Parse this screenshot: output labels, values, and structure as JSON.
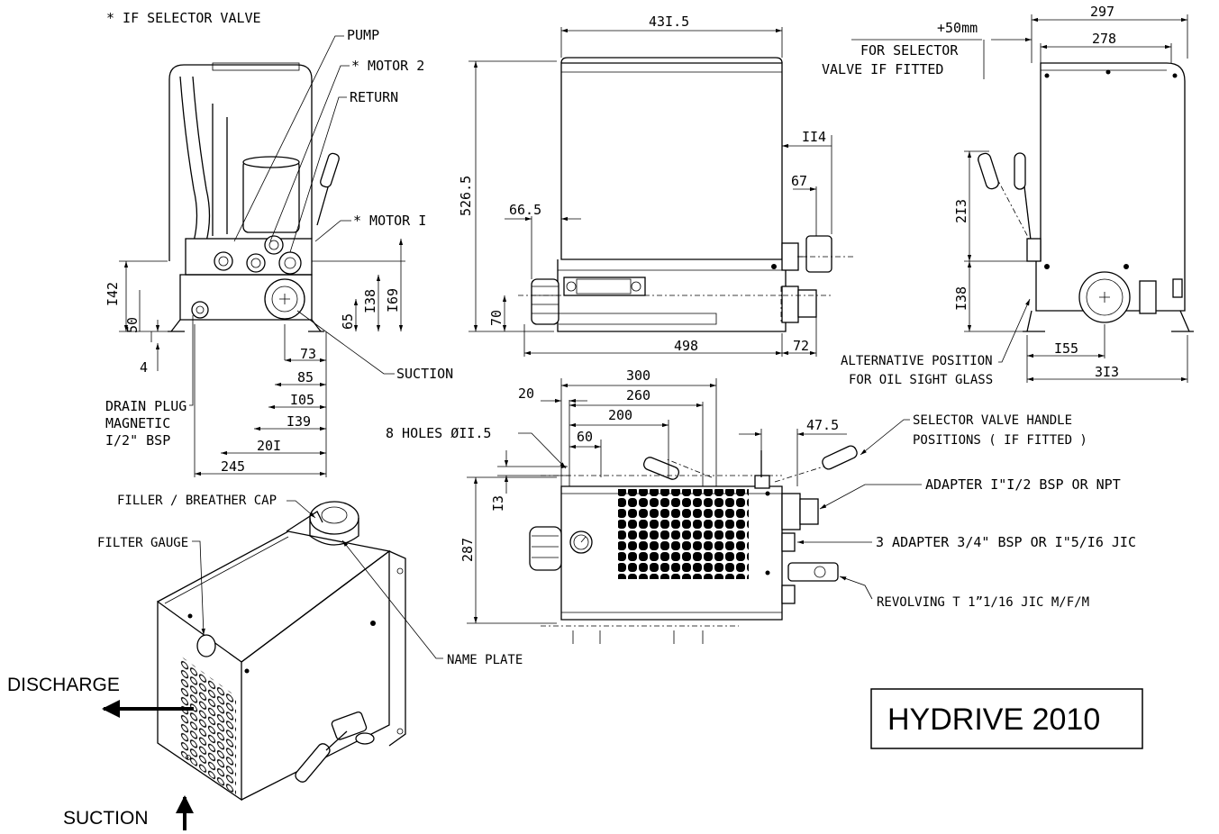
{
  "title": "HYDRIVE 2010",
  "notes": {
    "selector_note": "* IF SELECTOR VALVE"
  },
  "callouts": {
    "pump": "PUMP",
    "motor2": "* MOTOR 2",
    "return": "RETURN",
    "motor1": "* MOTOR I",
    "suction": "SUCTION",
    "drain_line1": "DRAIN PLUG",
    "drain_line2": "MAGNETIC",
    "drain_line3": "I/2\" BSP",
    "selector_fit_line1": "+50mm",
    "selector_fit_line2": "FOR SELECTOR",
    "selector_fit_line3": "VALVE IF FITTED",
    "alt_line1": "ALTERNATIVE POSITION",
    "alt_line2": "FOR OIL SIGHT GLASS",
    "holes": "8 HOLES ØII.5",
    "handle_line1": "SELECTOR VALVE HANDLE",
    "handle_line2": "POSITIONS ( IF FITTED )",
    "adapter1": "ADAPTER I\"I/2 BSP OR NPT",
    "adapter2": "3 ADAPTER 3/4\" BSP OR I\"5/I6 JIC",
    "revolving": "REVOLVING T 1”1/16 JIC M/F/M",
    "filler": "FILLER / BREATHER CAP",
    "filter_gauge": "FILTER GAUGE",
    "name_plate": "NAME PLATE",
    "discharge": "DISCHARGE",
    "suction_arrow": "SUCTION"
  },
  "dimensions": {
    "side": {
      "d142": "I42",
      "d50": "50",
      "d4": "4",
      "d138": "I38",
      "d169": "I69",
      "d65": "65",
      "d73": "73",
      "d85": "85",
      "d105": "I05",
      "d139": "I39",
      "d201": "20I",
      "d245": "245"
    },
    "front": {
      "d431_5": "43I.5",
      "d526_5": "526.5",
      "d66_5": "66.5",
      "d70": "70",
      "d498": "498",
      "d114": "II4",
      "d67": "67",
      "d72": "72"
    },
    "right": {
      "d297": "297",
      "d278": "278",
      "d213": "2I3",
      "d138": "I38",
      "d155": "I55",
      "d313": "3I3"
    },
    "top": {
      "d300": "300",
      "d260": "260",
      "d200": "200",
      "d20": "20",
      "d60": "60",
      "d13": "I3",
      "d287": "287",
      "d47_5": "47.5"
    }
  }
}
